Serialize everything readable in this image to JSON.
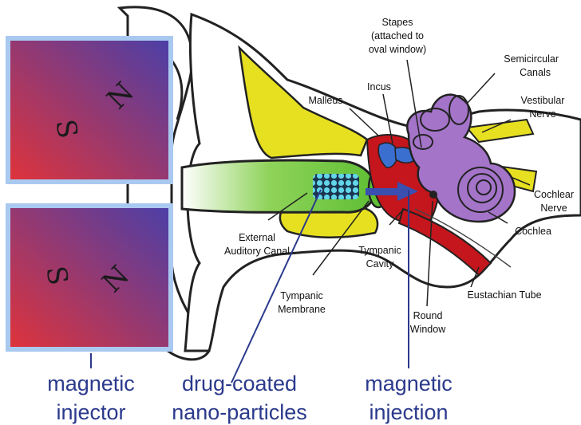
{
  "magnets": {
    "top": {
      "pole_s": "S",
      "pole_n": "N"
    },
    "bottom": {
      "pole_s": "S",
      "pole_n": "N"
    }
  },
  "labels": {
    "stapes": [
      "Stapes",
      "(attached to",
      "oval window)"
    ],
    "semicircular_canals": [
      "Semicircular",
      "Canals"
    ],
    "incus": "Incus",
    "malleus": "Malleus",
    "vestibular_nerve": [
      "Vestibular",
      "Nerve"
    ],
    "cochlear_nerve": [
      "Cochlear",
      "Nerve"
    ],
    "cochlea": "Cochlea",
    "external_auditory_canal": [
      "External",
      "Auditory Canal"
    ],
    "tympanic_cavity": [
      "Tympanic",
      "Cavity"
    ],
    "tympanic_membrane": [
      "Tympanic",
      "Membrane"
    ],
    "eustachian_tube": "Eustachian Tube",
    "round_window": [
      "Round",
      "Window"
    ]
  },
  "captions": {
    "magnetic_injector": [
      "magnetic",
      "injector"
    ],
    "drug_coated": [
      "drug-coated",
      "nano-particles"
    ],
    "magnetic_injection": [
      "magnetic",
      "injection"
    ]
  },
  "colors": {
    "caption": "#2b3a8c",
    "magnet_red": "#e0333a",
    "magnet_blue": "#4a3fa8",
    "magnet_frame": "#a9c9f0",
    "bone_yellow": "#e6e020",
    "canal_green": "#6cc73a",
    "cavity_red": "#c4161c",
    "inner_ear_purple": "#a474c9",
    "ossicle_blue": "#3a6fd0",
    "nanoparticle": "#62d6e8"
  }
}
